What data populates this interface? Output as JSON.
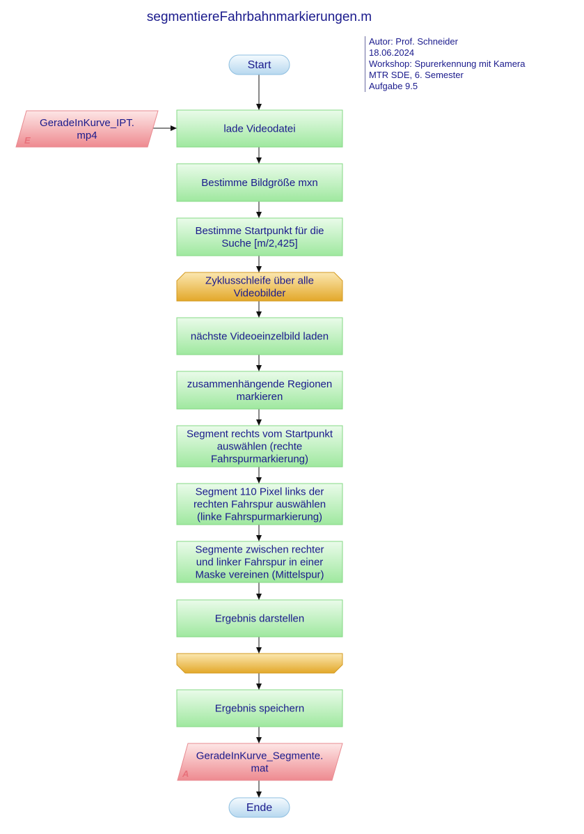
{
  "title": "segmentiereFahrbahnmarkierungen.m",
  "meta": {
    "author": "Autor: Prof. Schneider",
    "date": "18.06.2024",
    "workshop": "Workshop: Spurerkennung mit Kamera",
    "course": "MTR SDE, 6. Semester",
    "task": "Aufgabe 9.5"
  },
  "colors": {
    "text": "#1a1a8c",
    "process_fill": "#c2f2c2",
    "process_stroke": "#84d884",
    "loop_fill": "#f0c04a",
    "io_fill": "#f29a9e",
    "terminal_fill": "#cfe4f4"
  },
  "nodes": {
    "start": [
      "Start"
    ],
    "input": [
      "GeradeInKurve_IPT.",
      "mp4"
    ],
    "input_tag": "E",
    "load_video": [
      "lade Videodatei"
    ],
    "image_size": [
      "Bestimme Bildgröße mxn"
    ],
    "start_point": [
      "Bestimme Startpunkt für die",
      "Suche [m/2,425]"
    ],
    "loop_start": [
      "Zyklusschleife über alle",
      "Videobilder"
    ],
    "next_frame": [
      "nächste Videoeinzelbild laden"
    ],
    "mark_regions": [
      "zusammenhängende Regionen",
      "markieren"
    ],
    "right_segment": [
      "Segment rechts vom Startpunkt",
      "auswählen (rechte",
      "Fahrspurmarkierung)"
    ],
    "left_segment": [
      "Segment 110 Pixel links der",
      "rechten Fahrspur auswählen",
      "(linke Fahrspurmarkierung)"
    ],
    "merge_segments": [
      "Segmente zwischen rechter",
      "und linker Fahrspur in einer",
      "Maske vereinen (Mittelspur)"
    ],
    "show_result": [
      "Ergebnis darstellen"
    ],
    "loop_end": [],
    "save_result": [
      "Ergebnis speichern"
    ],
    "output": [
      "GeradeInKurve_Segmente.",
      "mat"
    ],
    "output_tag": "A",
    "end": [
      "Ende"
    ]
  }
}
